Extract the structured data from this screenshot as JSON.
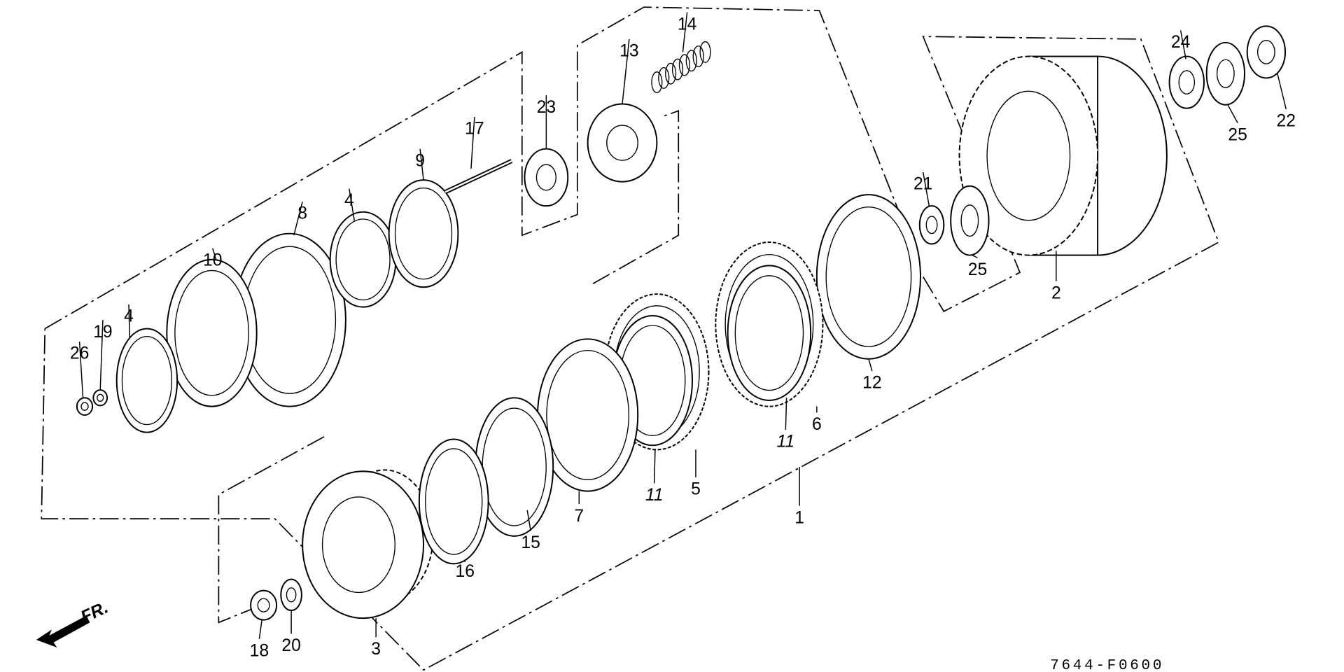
{
  "diagram": {
    "drawing_code": "7644-F0600",
    "direction_label": "FR.",
    "callouts": [
      "14",
      "13",
      "23",
      "17",
      "9",
      "8",
      "4",
      "10",
      "4",
      "19",
      "26",
      "21",
      "25",
      "24",
      "25",
      "22",
      "2",
      "12",
      "6",
      "11",
      "11",
      "5",
      "7",
      "1",
      "15",
      "16",
      "18",
      "20",
      "3"
    ]
  }
}
